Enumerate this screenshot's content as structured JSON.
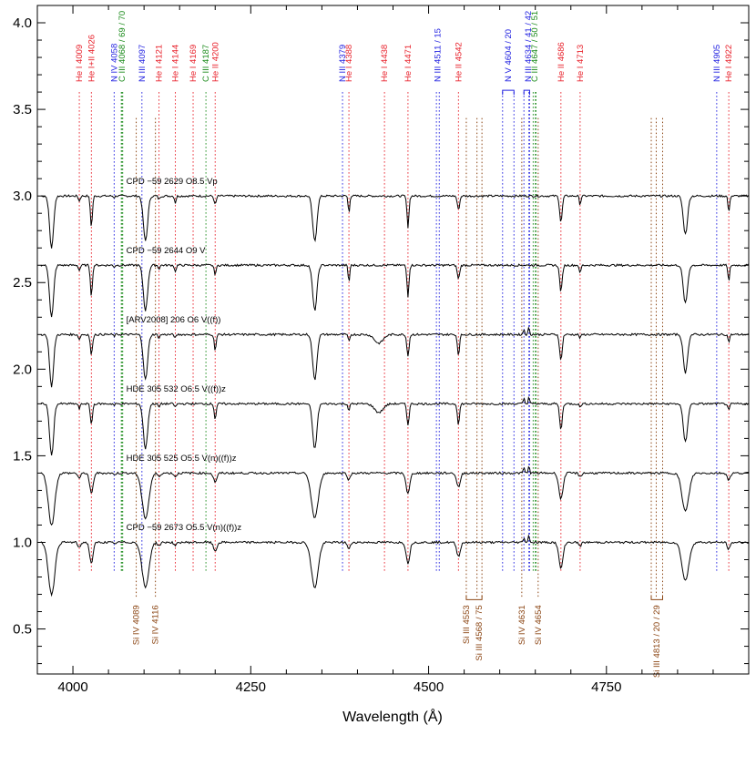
{
  "chart_data": {
    "type": "line",
    "xlabel": "Wavelength (Å)",
    "ylabel": "",
    "xlim": [
      3950,
      4950
    ],
    "ylim": [
      0.24,
      4.1
    ],
    "x_ticks": [
      {
        "value": 4000,
        "label": "4000"
      },
      {
        "value": 4250,
        "label": "4250"
      },
      {
        "value": 4500,
        "label": "4500"
      },
      {
        "value": 4750,
        "label": "4750"
      }
    ],
    "y_ticks": [
      {
        "value": 0.5,
        "label": "0.5"
      },
      {
        "value": 1.0,
        "label": "1.0"
      },
      {
        "value": 1.5,
        "label": "1.5"
      },
      {
        "value": 2.0,
        "label": "2.0"
      },
      {
        "value": 2.5,
        "label": "2.5"
      },
      {
        "value": 3.0,
        "label": "3.0"
      },
      {
        "value": 3.5,
        "label": "3.5"
      },
      {
        "value": 4.0,
        "label": "4.0"
      }
    ],
    "grid": false,
    "colors": {
      "He": "#e8212b",
      "N": "#1f1fe0",
      "C": "#1a8a1a",
      "Si": "#8b4513",
      "spectrum": "#000000"
    },
    "series": [
      {
        "name": "CPD −59 2629   O8.5 Vp",
        "continuum": 3.0,
        "profile": "late"
      },
      {
        "name": "CPD −59 2644   O9 V",
        "continuum": 2.6,
        "profile": "late"
      },
      {
        "name": "[ARV2008] 206   O6 V((f))",
        "continuum": 2.2,
        "profile": "early"
      },
      {
        "name": "HDE 305 532   O6.5 V((f))z",
        "continuum": 1.8,
        "profile": "early"
      },
      {
        "name": "HDE 305 525   O5.5 V(n)((f))z",
        "continuum": 1.4,
        "profile": "broad"
      },
      {
        "name": "CPD −59 2673   O5.5 V(n)((f))z",
        "continuum": 1.0,
        "profile": "broad"
      }
    ],
    "top_lines": [
      {
        "label": "He I 4009",
        "x": 4009,
        "group": "He",
        "wls": [
          4009
        ]
      },
      {
        "label": "He I+II 4026",
        "x": 4026,
        "group": "He",
        "wls": [
          4026
        ]
      },
      {
        "label": "N IV 4058",
        "x": 4058,
        "group": "N",
        "wls": [
          4058
        ]
      },
      {
        "label": "C III 4068 / 69 / 70",
        "x": 4069,
        "group": "C",
        "wls": [
          4068,
          4069,
          4070
        ]
      },
      {
        "label": "N III 4097",
        "x": 4097,
        "group": "N",
        "wls": [
          4097
        ]
      },
      {
        "label": "He I 4121",
        "x": 4121,
        "group": "He",
        "wls": [
          4121
        ]
      },
      {
        "label": "He I 4144",
        "x": 4144,
        "group": "He",
        "wls": [
          4144
        ]
      },
      {
        "label": "He I 4169",
        "x": 4169,
        "group": "He",
        "wls": [
          4169
        ]
      },
      {
        "label": "C III 4187",
        "x": 4187,
        "group": "C",
        "wls": [
          4187
        ]
      },
      {
        "label": "He II 4200",
        "x": 4200,
        "group": "He",
        "wls": [
          4200
        ]
      },
      {
        "label": "N III 4379",
        "x": 4379,
        "group": "N",
        "wls": [
          4379
        ]
      },
      {
        "label": "He I 4388",
        "x": 4388,
        "group": "He",
        "wls": [
          4388
        ]
      },
      {
        "label": "He I 4438",
        "x": 4438,
        "group": "He",
        "wls": [
          4438
        ]
      },
      {
        "label": "He I 4471",
        "x": 4471,
        "group": "He",
        "wls": [
          4471
        ]
      },
      {
        "label": "N III 4511 / 15",
        "x": 4513,
        "group": "N",
        "wls": [
          4511,
          4515
        ]
      },
      {
        "label": "He II 4542",
        "x": 4542,
        "group": "He",
        "wls": [
          4542
        ]
      },
      {
        "label": "N V 4604 / 20",
        "x": 4612,
        "group": "N",
        "wls": [
          4604,
          4620
        ],
        "bracket": [
          4604,
          4620
        ]
      },
      {
        "label": "N III 4634 / 41 / 42",
        "x": 4640,
        "group": "N",
        "wls": [
          4634,
          4641,
          4642
        ],
        "bracket": [
          4634,
          4642
        ]
      },
      {
        "label": "C III 4647 / 50 / 51",
        "x": 4649,
        "group": "C",
        "wls": [
          4647,
          4650,
          4651
        ]
      },
      {
        "label": "He II 4686",
        "x": 4686,
        "group": "He",
        "wls": [
          4686
        ]
      },
      {
        "label": "He I 4713",
        "x": 4713,
        "group": "He",
        "wls": [
          4713
        ]
      },
      {
        "label": "N III 4905",
        "x": 4905,
        "group": "N",
        "wls": [
          4905
        ]
      },
      {
        "label": "He I 4922",
        "x": 4922,
        "group": "He",
        "wls": [
          4922
        ]
      }
    ],
    "bottom_lines": [
      {
        "label": "Si IV 4089",
        "x": 4089,
        "wls": [
          4089
        ]
      },
      {
        "label": "Si IV 4116",
        "x": 4116,
        "wls": [
          4116
        ]
      },
      {
        "label": "Si III 4553",
        "x": 4553,
        "wls": [
          4553
        ],
        "bracket": [
          4553,
          4575
        ]
      },
      {
        "label": "Si III 4568 / 75",
        "x": 4571,
        "wls": [
          4568,
          4575
        ]
      },
      {
        "label": "Si IV 4631",
        "x": 4631,
        "wls": [
          4631
        ]
      },
      {
        "label": "Si IV 4654",
        "x": 4654,
        "wls": [
          4654
        ]
      },
      {
        "label": "Si III 4813 / 20 / 29",
        "x": 4821,
        "wls": [
          4813,
          4820,
          4829
        ],
        "bracket": [
          4813,
          4829
        ]
      }
    ]
  }
}
